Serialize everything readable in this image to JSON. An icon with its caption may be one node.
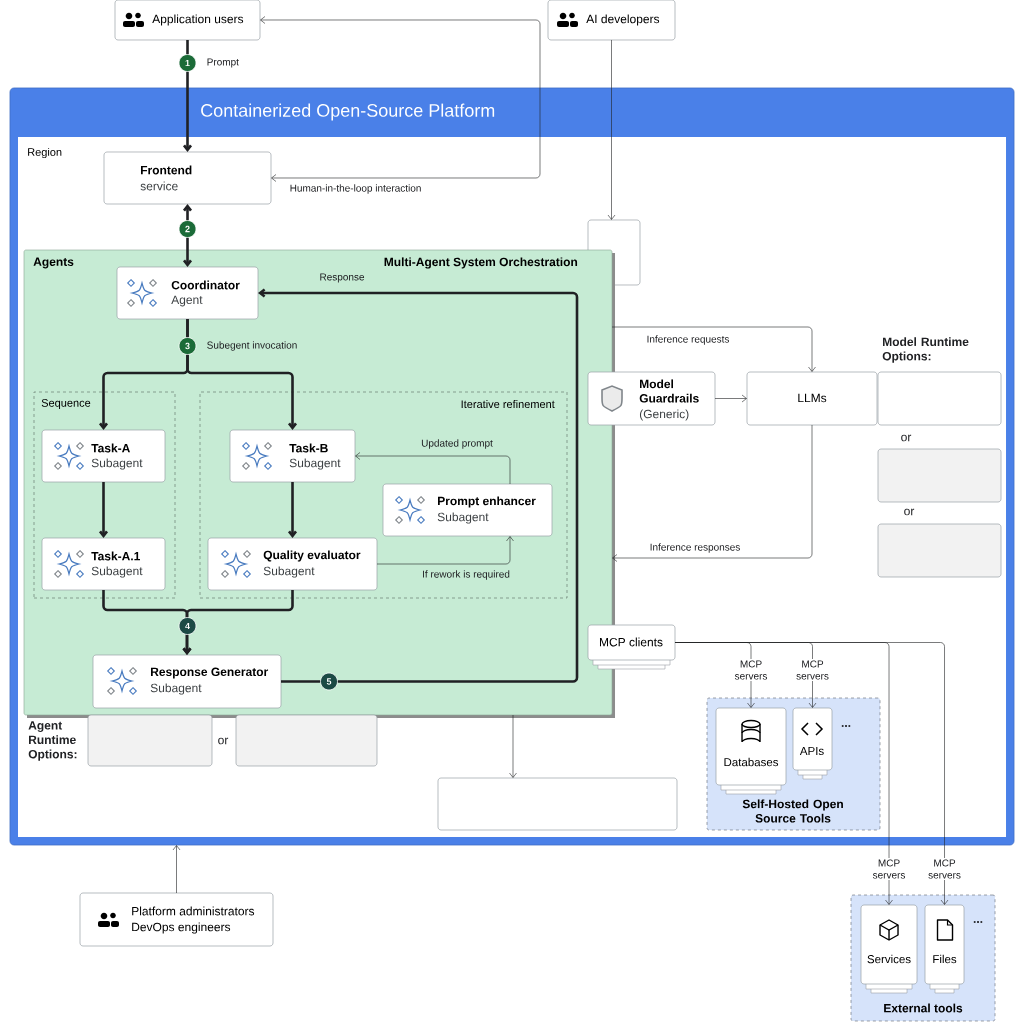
{
  "diagram": {
    "nodes": [
      {
        "text": [
          "Application users"
        ]
      },
      {
        "text": [
          "AI developers"
        ]
      },
      {
        "text": [
          "Containerized Open-Source Platform"
        ]
      },
      {
        "text": [
          "Region"
        ],
        "in": 2
      },
      {
        "text": [
          "Frontend",
          "service"
        ],
        "in": 3
      },
      {
        "text": [],
        "shape": "box",
        "in": 3
      },
      {
        "text": [
          "Agents",
          "Multi-Agent System Orchestration"
        ],
        "in": 3
      },
      {
        "text": [
          "Coordinator",
          "Agent"
        ],
        "in": 6
      },
      {
        "text": [
          "Sequence"
        ],
        "in": 6
      },
      {
        "text": [
          "Task-A",
          "Subagent"
        ],
        "in": 8
      },
      {
        "text": [
          "Task-A.1",
          "Subagent"
        ],
        "in": 8
      },
      {
        "text": [
          "Iterative refinement"
        ],
        "in": 6
      },
      {
        "text": [
          "Task-B",
          "Subagent"
        ],
        "in": 11
      },
      {
        "text": [
          "Prompt enhancer",
          "Subagent"
        ],
        "in": 11
      },
      {
        "text": [
          "Quality evaluator",
          "Subagent"
        ],
        "in": 11
      },
      {
        "text": [
          "Response Generator",
          "Subagent"
        ],
        "in": 6
      },
      {
        "text": [],
        "shape": "box",
        "in": 3
      },
      {
        "text": [],
        "shape": "box",
        "in": 3
      },
      {
        "text": [],
        "shape": "box",
        "in": 3
      },
      {
        "text": [
          "Model Guardrails",
          "(Generic)"
        ],
        "in": 3
      },
      {
        "text": [
          "LLMs"
        ],
        "in": 3
      },
      {
        "text": [],
        "shape": "box",
        "in": 3
      },
      {
        "text": [],
        "shape": "box",
        "in": 3
      },
      {
        "text": [],
        "shape": "box",
        "in": 3
      },
      {
        "text": [
          "MCP clients"
        ],
        "in": 3
      },
      {
        "text": [
          "Self-Hosted Open Source Tools"
        ],
        "in": 3
      },
      {
        "text": [
          "Databases"
        ],
        "in": 25
      },
      {
        "text": [
          "APIs"
        ],
        "in": 25,
        "beside": [
          "..."
        ]
      },
      {
        "text": [
          "External tools"
        ]
      },
      {
        "text": [
          "Services"
        ],
        "in": 28
      },
      {
        "text": [
          "Files"
        ],
        "in": 28,
        "beside": [
          "..."
        ]
      },
      {
        "text": [
          "Platform administrators",
          "DevOps engineers"
        ]
      }
    ],
    "edges": [
      {
        "from": 0,
        "to": 4,
        "arrow": "to",
        "label": "Prompt",
        "style": "thick"
      },
      {
        "from": 4,
        "to": 0,
        "arrow": "both",
        "label": "Human-in-the-loop interaction"
      },
      {
        "from": 4,
        "to": 7,
        "arrow": "both",
        "style": "thick"
      },
      {
        "from": 1,
        "to": 5,
        "arrow": "to"
      },
      {
        "from": 7,
        "to": 9,
        "arrow": "to",
        "label": "Subegent invocation",
        "style": "thick"
      },
      {
        "from": 7,
        "to": 12,
        "arrow": "to",
        "style": "thick"
      },
      {
        "from": 9,
        "to": 10,
        "arrow": "to",
        "style": "thick"
      },
      {
        "from": 12,
        "to": 14,
        "arrow": "to",
        "style": "thick"
      },
      {
        "from": 14,
        "to": 13,
        "arrow": "to",
        "label": "If rework is required"
      },
      {
        "from": 13,
        "to": 12,
        "arrow": "to",
        "label": "Updated prompt"
      },
      {
        "from": 10,
        "to": 15,
        "arrow": "to",
        "style": "thick"
      },
      {
        "from": 14,
        "to": 15,
        "arrow": "to",
        "style": "thick"
      },
      {
        "from": 15,
        "to": 7,
        "arrow": "to",
        "label": "Response",
        "style": "thick"
      },
      {
        "from": 6,
        "to": 18,
        "arrow": "to"
      },
      {
        "from": 6,
        "to": 20,
        "arrow": "to",
        "label": "Inference requests"
      },
      {
        "from": 20,
        "to": 6,
        "arrow": "to",
        "label": "Inference responses"
      },
      {
        "from": 19,
        "to": 20,
        "arrow": "to"
      },
      {
        "from": 24,
        "to": 26,
        "arrow": "to",
        "label": "MCP servers"
      },
      {
        "from": 24,
        "to": 27,
        "arrow": "to",
        "label": "MCP servers"
      },
      {
        "from": 24,
        "to": 29,
        "arrow": "to",
        "label": "MCP servers"
      },
      {
        "from": 24,
        "to": 30,
        "arrow": "to",
        "label": "MCP servers"
      },
      {
        "from": 31,
        "to": 2,
        "arrow": "to"
      }
    ],
    "labels": [
      "1",
      "2",
      "3",
      "4",
      "5",
      "Agent Runtime Options:",
      "or",
      "Model Runtime Options:",
      "or",
      "or"
    ]
  }
}
